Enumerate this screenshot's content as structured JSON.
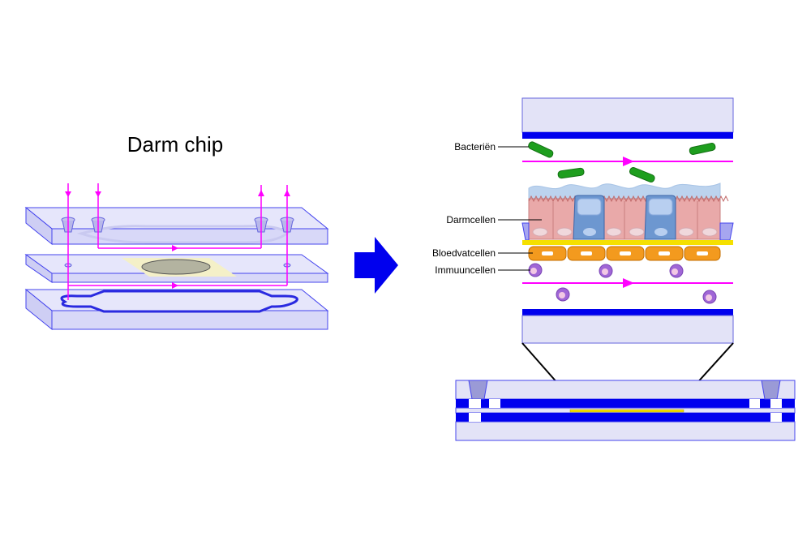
{
  "title": "Darm chip",
  "labels": {
    "bacteria": "Bacteriën",
    "gut_cells": "Darmcellen",
    "blood_vessel_cells": "Bloedvatcellen",
    "immune_cells": "Immuuncellen"
  },
  "colors": {
    "chip_outline": "#3333ee",
    "chip_fill": "#e6e6fb",
    "flow": "#ff00ff",
    "arrow": "#0000ee",
    "bacteria": "#22aa22",
    "epithelium": "#e8a8a8",
    "goblet": "#7aa7dd",
    "membrane": "#f5e000",
    "endothelium": "#f39a1e",
    "immune": "#a066d6"
  }
}
